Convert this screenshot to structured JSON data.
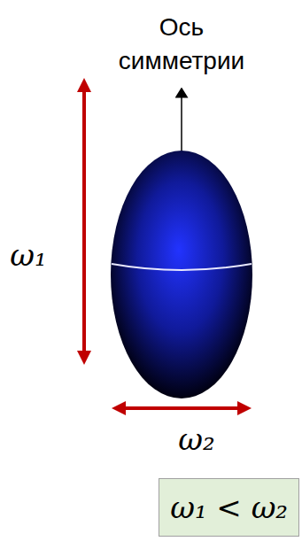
{
  "diagram": {
    "nodes": [
      {
        "text": [
          "ω₁ < ω₂"
        ]
      }
    ],
    "labels": [
      "Ось симметрии",
      "ω₁",
      "ω₂"
    ]
  }
}
